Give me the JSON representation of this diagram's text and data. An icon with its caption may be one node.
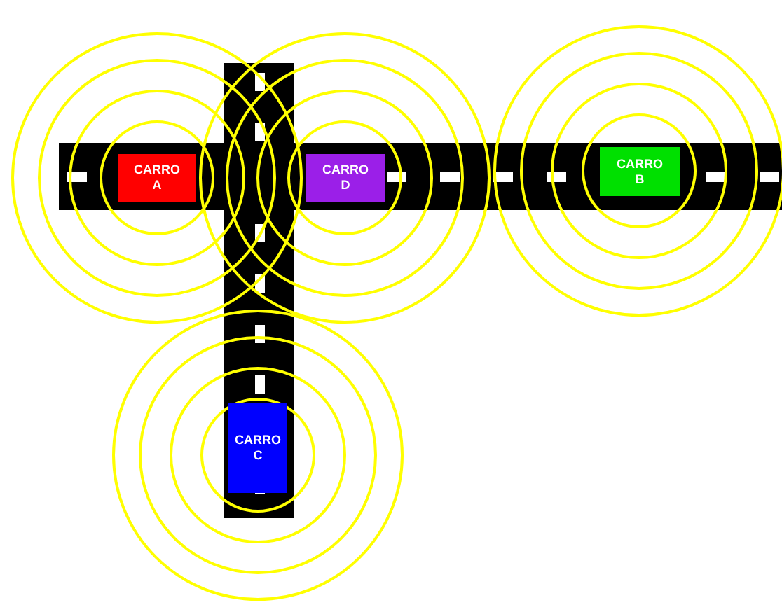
{
  "diagram": {
    "nodes": [
      {
        "text": [
          "CARRO A"
        ]
      },
      {
        "text": [
          "CARRO D"
        ]
      },
      {
        "text": [
          "CARRO B"
        ]
      },
      {
        "text": [
          "CARRO C"
        ]
      }
    ]
  }
}
